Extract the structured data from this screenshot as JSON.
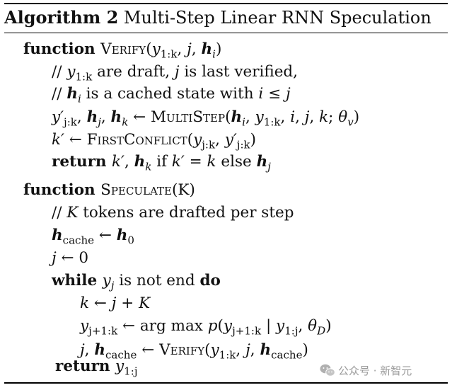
{
  "algorithm": {
    "caption_label": "Algorithm 2",
    "caption_title": "Multi-Step Linear RNN Speculation",
    "lines": [
      {
        "segments": [
          {
            "t": "function ",
            "s": "kw"
          },
          {
            "t": "Verify",
            "s": "sc"
          },
          {
            "t": "(",
            "s": "rm"
          },
          {
            "t": "y",
            "s": "mi"
          },
          {
            "t": "1:k",
            "s": "sub"
          },
          {
            "t": ", ",
            "s": "rm"
          },
          {
            "t": "j",
            "s": "mi"
          },
          {
            "t": ", ",
            "s": "rm"
          },
          {
            "t": "h",
            "s": "bf"
          },
          {
            "t": "i",
            "s": "sub mi"
          },
          {
            "t": ")",
            "s": "rm"
          }
        ]
      },
      {
        "segments": [
          {
            "t": "// ",
            "s": "rm"
          },
          {
            "t": "y",
            "s": "mi"
          },
          {
            "t": "1:k",
            "s": "sub"
          },
          {
            "t": " are draft, ",
            "s": "rm"
          },
          {
            "t": "j",
            "s": "mi"
          },
          {
            "t": " is last verified,",
            "s": "rm"
          }
        ]
      },
      {
        "segments": [
          {
            "t": "// ",
            "s": "rm"
          },
          {
            "t": "h",
            "s": "bf"
          },
          {
            "t": "i",
            "s": "sub mi"
          },
          {
            "t": " is a cached state with ",
            "s": "rm"
          },
          {
            "t": "i",
            "s": "mi"
          },
          {
            "t": " ≤ ",
            "s": "rm"
          },
          {
            "t": "j",
            "s": "mi"
          }
        ]
      },
      {
        "segments": [
          {
            "t": "y′",
            "s": "mi"
          },
          {
            "t": "j:k",
            "s": "sub"
          },
          {
            "t": ", ",
            "s": "rm"
          },
          {
            "t": "h",
            "s": "bf"
          },
          {
            "t": "j",
            "s": "sub mi"
          },
          {
            "t": ", ",
            "s": "rm"
          },
          {
            "t": "h",
            "s": "bf"
          },
          {
            "t": "k",
            "s": "sub mi"
          },
          {
            "t": " ← ",
            "s": "rm"
          },
          {
            "t": "MultiStep",
            "s": "sc"
          },
          {
            "t": "(",
            "s": "rm"
          },
          {
            "t": "h",
            "s": "bf"
          },
          {
            "t": "i",
            "s": "sub mi"
          },
          {
            "t": ", ",
            "s": "rm"
          },
          {
            "t": "y",
            "s": "mi"
          },
          {
            "t": "1:k",
            "s": "sub"
          },
          {
            "t": ", ",
            "s": "rm"
          },
          {
            "t": "i",
            "s": "mi"
          },
          {
            "t": ", ",
            "s": "rm"
          },
          {
            "t": "j",
            "s": "mi"
          },
          {
            "t": ", ",
            "s": "rm"
          },
          {
            "t": "k",
            "s": "mi"
          },
          {
            "t": "; ",
            "s": "rm"
          },
          {
            "t": "θ",
            "s": "mi"
          },
          {
            "t": "v",
            "s": "sub mi"
          },
          {
            "t": ")",
            "s": "rm"
          }
        ]
      },
      {
        "segments": [
          {
            "t": "k′",
            "s": "mi"
          },
          {
            "t": " ← ",
            "s": "rm"
          },
          {
            "t": "FirstConflict",
            "s": "sc"
          },
          {
            "t": "(",
            "s": "rm"
          },
          {
            "t": "y",
            "s": "mi"
          },
          {
            "t": "j:k",
            "s": "sub"
          },
          {
            "t": ", ",
            "s": "rm"
          },
          {
            "t": "y′",
            "s": "mi"
          },
          {
            "t": "j:k",
            "s": "sub"
          },
          {
            "t": ")",
            "s": "rm"
          }
        ]
      },
      {
        "segments": [
          {
            "t": "return ",
            "s": "kw"
          },
          {
            "t": "k′",
            "s": "mi"
          },
          {
            "t": ", ",
            "s": "rm"
          },
          {
            "t": "h",
            "s": "bf"
          },
          {
            "t": "k",
            "s": "sub mi"
          },
          {
            "t": " if ",
            "s": "rm"
          },
          {
            "t": "k′",
            "s": "mi"
          },
          {
            "t": " = ",
            "s": "rm"
          },
          {
            "t": "k",
            "s": "mi"
          },
          {
            "t": " else ",
            "s": "rm"
          },
          {
            "t": "h",
            "s": "bf"
          },
          {
            "t": "j",
            "s": "sub mi"
          }
        ]
      },
      {
        "segments": [
          {
            "t": "function ",
            "s": "kw"
          },
          {
            "t": "Speculate",
            "s": "sc"
          },
          {
            "t": "(K)",
            "s": "rm"
          }
        ]
      },
      {
        "segments": [
          {
            "t": "// ",
            "s": "rm"
          },
          {
            "t": "K",
            "s": "mi"
          },
          {
            "t": " tokens are drafted per step",
            "s": "rm"
          }
        ]
      },
      {
        "segments": [
          {
            "t": "h",
            "s": "bf"
          },
          {
            "t": "cache",
            "s": "sub"
          },
          {
            "t": " ← ",
            "s": "rm"
          },
          {
            "t": "h",
            "s": "bf"
          },
          {
            "t": "0",
            "s": "sub"
          }
        ]
      },
      {
        "segments": [
          {
            "t": "j",
            "s": "mi"
          },
          {
            "t": " ← 0",
            "s": "rm"
          }
        ]
      },
      {
        "segments": [
          {
            "t": "while ",
            "s": "kw"
          },
          {
            "t": "y",
            "s": "mi"
          },
          {
            "t": "j",
            "s": "sub mi"
          },
          {
            "t": " is not end ",
            "s": "rm"
          },
          {
            "t": "do",
            "s": "kw"
          }
        ]
      },
      {
        "segments": [
          {
            "t": "k",
            "s": "mi"
          },
          {
            "t": " ← ",
            "s": "rm"
          },
          {
            "t": "j",
            "s": "mi"
          },
          {
            "t": " + ",
            "s": "rm"
          },
          {
            "t": "K",
            "s": "mi"
          }
        ]
      },
      {
        "segments": [
          {
            "t": "y",
            "s": "mi"
          },
          {
            "t": "j+1:k",
            "s": "sub"
          },
          {
            "t": " ← arg max ",
            "s": "rm"
          },
          {
            "t": "p",
            "s": "mi"
          },
          {
            "t": "(",
            "s": "rm"
          },
          {
            "t": "y",
            "s": "mi"
          },
          {
            "t": "j+1:k",
            "s": "sub"
          },
          {
            "t": " | ",
            "s": "rm"
          },
          {
            "t": "y",
            "s": "mi"
          },
          {
            "t": "1:j",
            "s": "sub"
          },
          {
            "t": ", ",
            "s": "rm"
          },
          {
            "t": "θ",
            "s": "mi"
          },
          {
            "t": "D",
            "s": "sub mi"
          },
          {
            "t": ")",
            "s": "rm"
          }
        ]
      },
      {
        "segments": [
          {
            "t": "j",
            "s": "mi"
          },
          {
            "t": ", ",
            "s": "rm"
          },
          {
            "t": "h",
            "s": "bf"
          },
          {
            "t": "cache",
            "s": "sub"
          },
          {
            "t": " ← ",
            "s": "rm"
          },
          {
            "t": "Verify",
            "s": "sc"
          },
          {
            "t": "(",
            "s": "rm"
          },
          {
            "t": "y",
            "s": "mi"
          },
          {
            "t": "1:k",
            "s": "sub"
          },
          {
            "t": ", ",
            "s": "rm"
          },
          {
            "t": "j",
            "s": "mi"
          },
          {
            "t": ", ",
            "s": "rm"
          },
          {
            "t": "h",
            "s": "bf"
          },
          {
            "t": "cache",
            "s": "sub"
          },
          {
            "t": ")",
            "s": "rm"
          }
        ]
      },
      {
        "segments": [
          {
            "t": "return ",
            "s": "kw"
          },
          {
            "t": "y",
            "s": "mi"
          },
          {
            "t": "1:j",
            "s": "sub"
          }
        ]
      }
    ]
  },
  "watermark": {
    "text": "公众号 · 新智元",
    "icon": "wechat-logo-icon",
    "color": "#9a9a9a"
  }
}
